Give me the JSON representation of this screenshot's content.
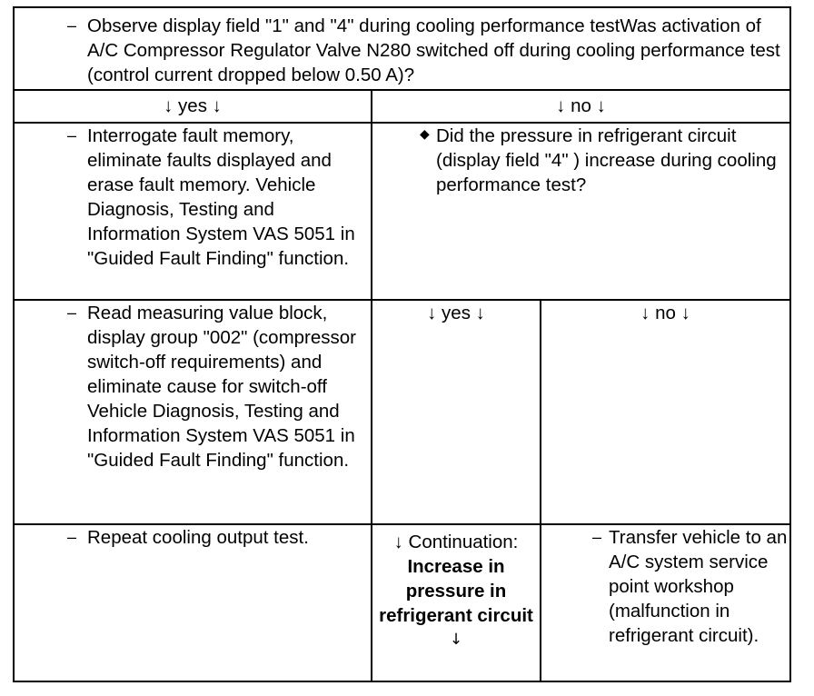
{
  "rows": {
    "question1": "Observe display field \"1\" and \"4\" during cooling performance testWas activation of A/C Compressor Regulator Valve N280 switched off during cooling performance test (control current dropped below 0.50 A)?",
    "yes1": "↓ yes ↓",
    "no1": "↓ no ↓",
    "action_yes1": "Interrogate fault memory, eliminate faults displayed and erase fault memory. Vehicle Diagnosis, Testing and Information System VAS 5051 in \"Guided Fault Finding\" function.",
    "question2": "Did the pressure in refrigerant circuit (display field \"4\" ) increase during cooling performance test?",
    "action_read_block": "Read measuring value block, display group \"002\" (compressor switch-off requirements) and eliminate cause for switch-off Vehicle Diagnosis, Testing and Information System VAS 5051 in \"Guided Fault Finding\" function.",
    "yes2": "↓ yes ↓",
    "no2": "↓ no ↓",
    "repeat_test": "Repeat cooling output test.",
    "continuation_label": "↓ Continuation:",
    "continuation_text": "Increase in pressure in refrigerant circuit",
    "continuation_arrow": "↓",
    "transfer_vehicle": "Transfer vehicle to an A/C system service point workshop (malfunction in refrigerant circuit)."
  },
  "bullets": {
    "dash": "–",
    "diamond": "◆"
  }
}
